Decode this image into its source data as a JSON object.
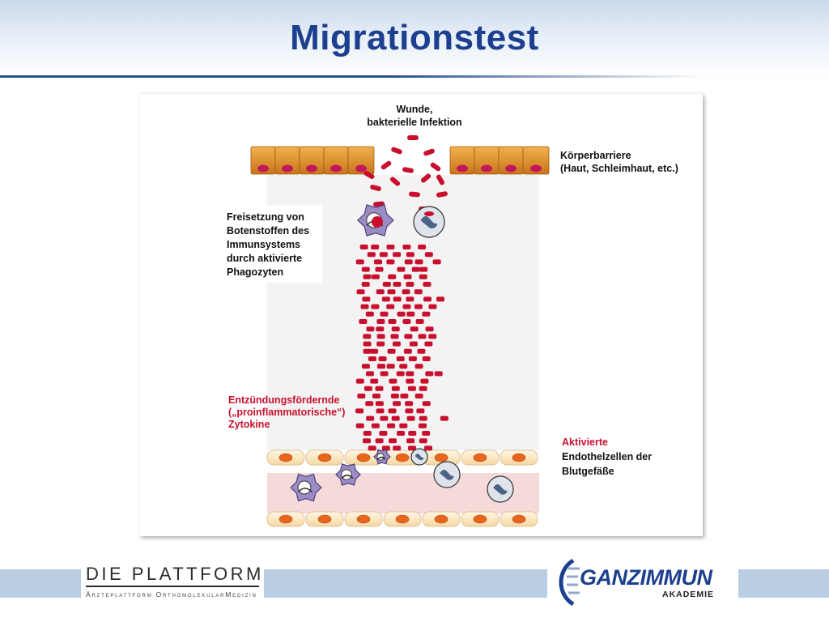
{
  "slide": {
    "title": "Migrationstest"
  },
  "figure": {
    "labels": {
      "wound_line1": "Wunde,",
      "wound_line2": "bakterielle Infektion",
      "barrier_line1": "Körperbarriere",
      "barrier_line2": "(Haut, Schleimhaut, etc.)",
      "release_line1": "Freisetzung von",
      "release_line2": "Botenstoffen des",
      "release_line3": "Immunsystems",
      "release_line4": "durch aktivierte",
      "release_line5": "Phagozyten",
      "cytokine_line1": "Entzündungsfördernde",
      "cytokine_line2": "(„proinflammatorische“)",
      "cytokine_line3": "Zytokine",
      "endo_line1": "Aktivierte",
      "endo_line2": "Endothelzellen der",
      "endo_line3": "Blutgefäße"
    },
    "colors": {
      "cytokine": "#c8102e",
      "barrier_cell": "#e39a2c",
      "barrier_nucleus": "#c2185b",
      "endothelial": "#fdebc8",
      "endothelial_nucleus": "#e8651d",
      "vessel_lumen": "#f6dada",
      "macrophage": "#9b8cc6",
      "neutrophil": "#dfe4ec",
      "neutrophil_nucleus": "#4a6285"
    }
  },
  "footer": {
    "left_logo": {
      "title": "DIE PLATTFORM",
      "subtitle": "Ärzteplattform OrthomolekularMedizin"
    },
    "right_logo": {
      "name_part1": "GANZ",
      "name_part2": "IMMUN",
      "subtitle": "AKADEMIE"
    }
  }
}
